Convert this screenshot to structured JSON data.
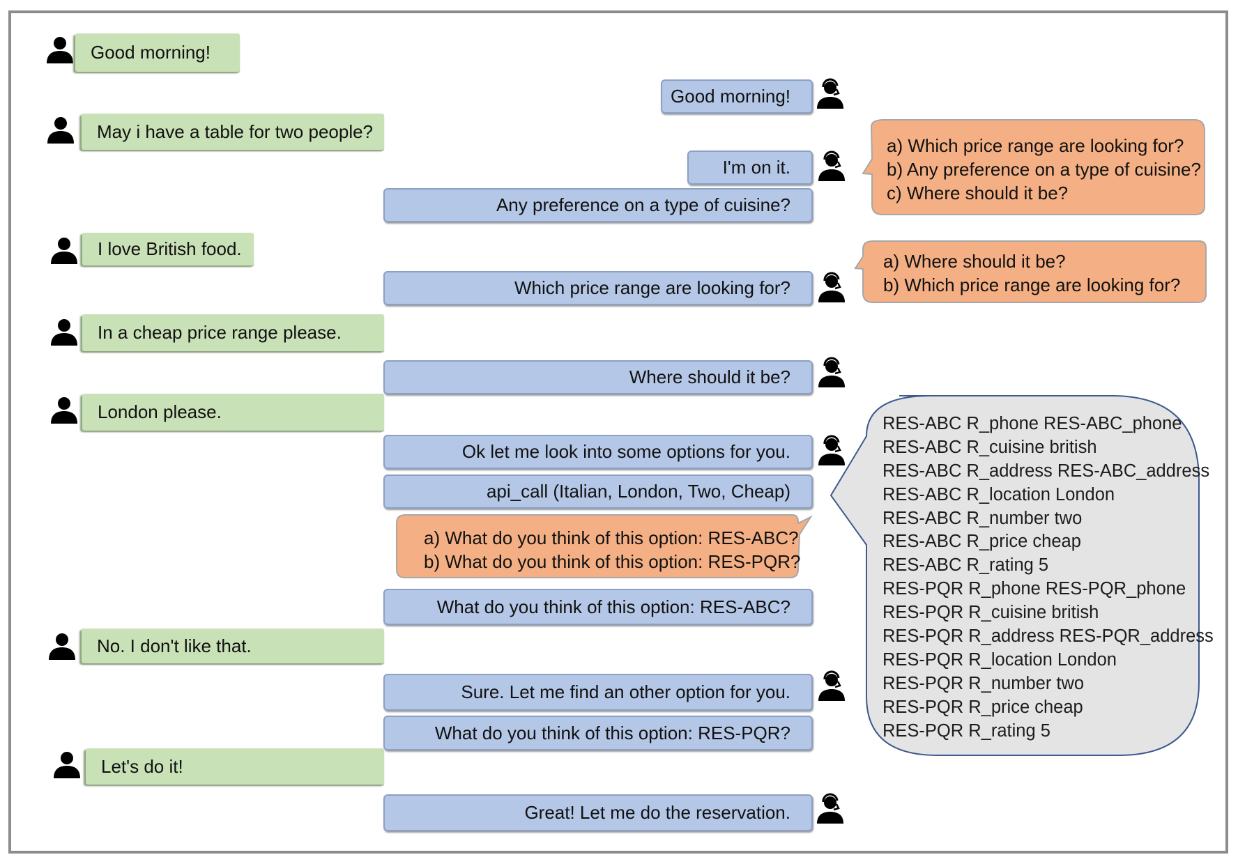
{
  "dialogue": {
    "turns": [
      {
        "speaker": "user",
        "text": "Good morning!"
      },
      {
        "speaker": "bot",
        "text": "Good morning!"
      },
      {
        "speaker": "user",
        "text": "May i have a table for two people?"
      },
      {
        "speaker": "bot",
        "text": "I'm on it."
      },
      {
        "speaker": "bot",
        "text": "Any preference on a type of cuisine?"
      },
      {
        "speaker": "user",
        "text": "I love British food."
      },
      {
        "speaker": "bot",
        "text": "Which price range are looking for?"
      },
      {
        "speaker": "user",
        "text": "In a cheap price range please."
      },
      {
        "speaker": "bot",
        "text": "Where should it be?"
      },
      {
        "speaker": "user",
        "text": "London please."
      },
      {
        "speaker": "bot",
        "text": "Ok let me look into some options for you."
      },
      {
        "speaker": "bot",
        "text": "api_call (Italian, London, Two, Cheap)"
      },
      {
        "speaker": "bot",
        "text": "What do you think of this option: RES-ABC?"
      },
      {
        "speaker": "user",
        "text": "No. I don't like that."
      },
      {
        "speaker": "bot",
        "text": "Sure. Let me find an other option for you."
      },
      {
        "speaker": "bot",
        "text": "What do you think of this option: RES-PQR?"
      },
      {
        "speaker": "user",
        "text": "Let's do it!"
      },
      {
        "speaker": "bot",
        "text": "Great! Let me do the reservation."
      }
    ]
  },
  "candidate_callouts": [
    {
      "lines": [
        "a) Which price range are looking for?",
        "b) Any preference on a type of cuisine?",
        "c) Where should it be?"
      ],
      "color": "#f4b084"
    },
    {
      "lines": [
        "a) Where should it be?",
        "b) Which price range are looking for?"
      ],
      "color": "#f4b084"
    },
    {
      "lines": [
        "a) What do you think of this option: RES-ABC?",
        "b) What do you think of this option: RES-PQR?"
      ],
      "color": "#f4b084"
    }
  ],
  "knowledge_base": {
    "color": "#e4e4e4",
    "lines": [
      "RES-ABC R_phone RES-ABC_phone",
      "RES-ABC R_cuisine british",
      "RES-ABC R_address RES-ABC_address",
      "RES-ABC R_location London",
      "RES-ABC R_number two",
      "RES-ABC R_price cheap",
      "RES-ABC R_rating 5",
      "RES-PQR R_phone RES-PQR_phone",
      "RES-PQR R_cuisine british",
      "RES-PQR R_address RES-PQR_address",
      "RES-PQR R_location London",
      "RES-PQR R_number two",
      "RES-PQR R_price cheap",
      "RES-PQR R_rating 5"
    ]
  },
  "colors": {
    "user_bubble": "#c9e1b6",
    "bot_bubble": "#b4c7e6",
    "callout": "#f4b084",
    "kb": "#e4e4e4"
  },
  "icons": {
    "user": "person-icon",
    "bot": "agent-headset-icon"
  }
}
